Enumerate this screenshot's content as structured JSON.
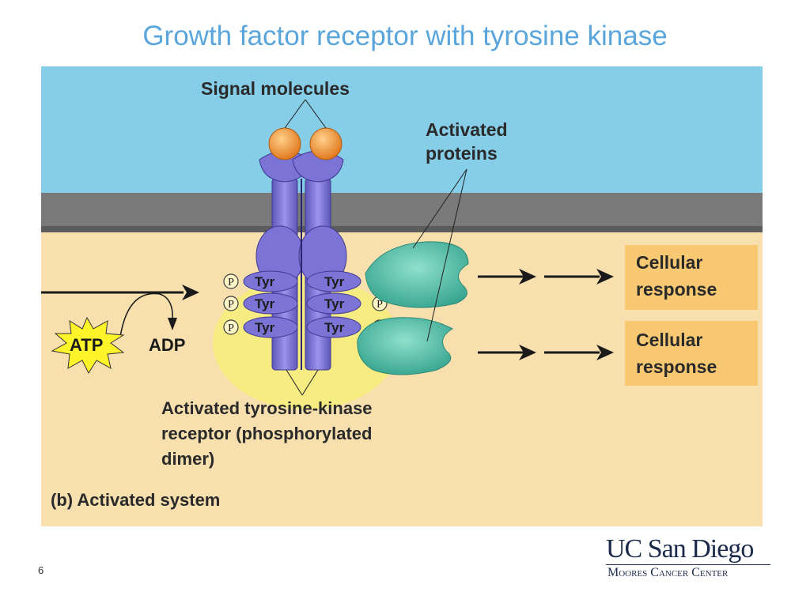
{
  "slide": {
    "title": "Growth factor receptor with tyrosine kinase",
    "page_number": "6"
  },
  "diagram": {
    "signal_label": "Signal molecules",
    "activated_proteins_label_1": "Activated",
    "activated_proteins_label_2": "proteins",
    "tyr": "Tyr",
    "phosphate": "P",
    "atp": "ATP",
    "adp": "ADP",
    "response_1_line1": "Cellular",
    "response_1_line2": "response",
    "response_2_line1": "Cellular",
    "response_2_line2": "response",
    "receptor_label_1": "Activated tyrosine-kinase",
    "receptor_label_2": "receptor (phosphorylated",
    "receptor_label_3": "dimer)",
    "caption": "(b) Activated system",
    "colors": {
      "extracellular": "#86cde8",
      "membrane": "#7a7a7a",
      "cytoplasm": "#f7dfae",
      "receptor": "#7b74d6",
      "signal": "#f0a04a",
      "protein": "#5fc2ad",
      "response_box": "#f8c872",
      "atp_star": "#fff32a"
    }
  },
  "logo": {
    "main": "UC San Diego",
    "sub": "Moores Cancer Center"
  }
}
